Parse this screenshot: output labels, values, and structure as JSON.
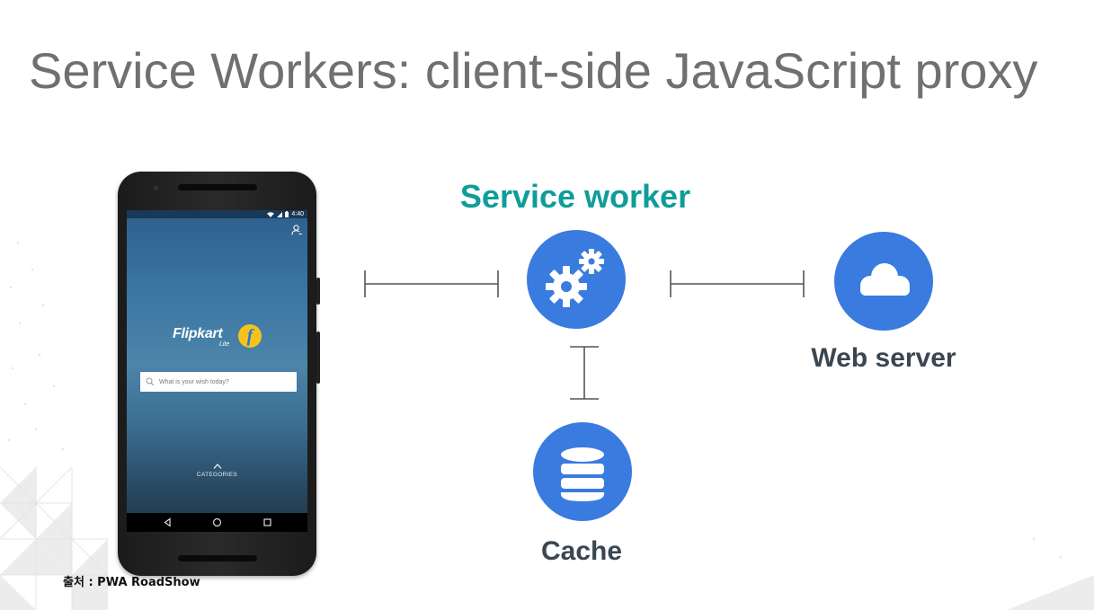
{
  "slide": {
    "title": "Service Workers: client-side JavaScript proxy",
    "source_credit": "출처 : PWA RoadShow"
  },
  "phone": {
    "status_time": "4:40",
    "app_name": "Flipkart",
    "app_subtitle": "Lite",
    "app_logo_letter": "f",
    "search_placeholder": "What is your wish today?",
    "categories_label": "CATEGORIES"
  },
  "diagram": {
    "service_worker_label": "Service worker",
    "web_server_label": "Web server",
    "cache_label": "Cache"
  },
  "icons": {
    "service_worker": "gears-icon",
    "web_server": "cloud-icon",
    "cache": "database-icon"
  },
  "colors": {
    "node_blue": "#3a7be0",
    "service_worker_teal": "#0f9d9a",
    "label_dark": "#3a4650",
    "title_gray": "#707070",
    "logo_yellow": "#f7c31b"
  }
}
